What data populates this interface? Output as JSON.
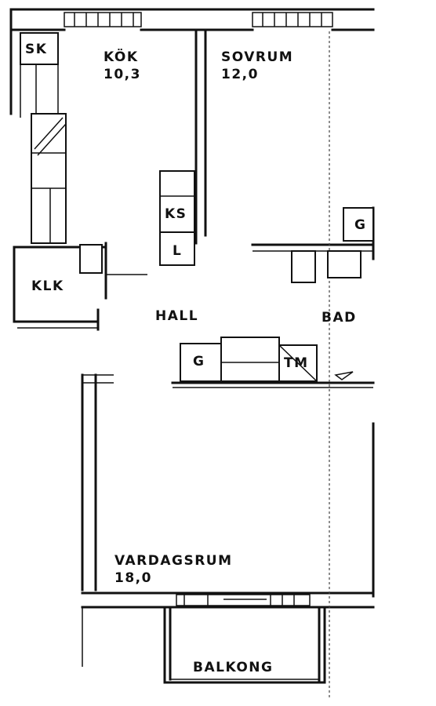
{
  "rooms": {
    "kitchen": {
      "name": "KÖK",
      "area": "10,3"
    },
    "bedroom": {
      "name": "SOVRUM",
      "area": "12,0"
    },
    "living_room": {
      "name": "VARDAGSRUM",
      "area": "18,0"
    },
    "hall": {
      "name": "HALL"
    },
    "bathroom": {
      "name": "BAD"
    },
    "closet": {
      "name": "KLK"
    },
    "balcony": {
      "name": "BALKONG"
    }
  },
  "fixtures": {
    "sk": "SK",
    "ks": "KS",
    "l": "L",
    "g_hall": "G",
    "g_bath": "G",
    "tm": "TM"
  }
}
